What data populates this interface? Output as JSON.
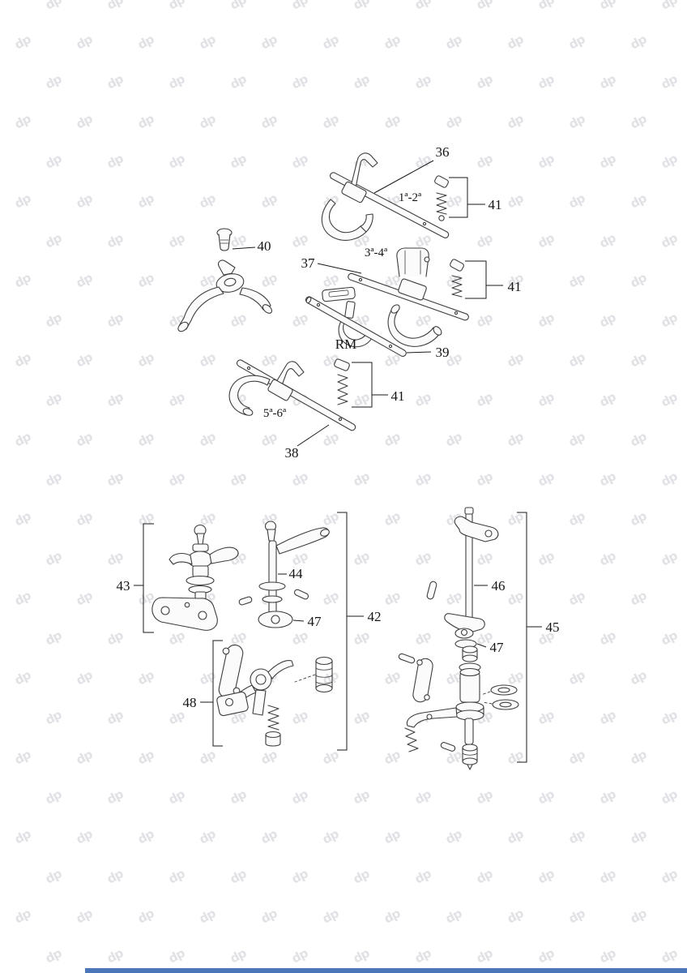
{
  "page": {
    "watermark_glyph": "dp",
    "watermark_color": "#e1e1e6",
    "line_color": "#3d3d3d",
    "footer_bar_color": "#4b76ba"
  },
  "callouts": {
    "c36": "36",
    "c37": "37",
    "c38": "38",
    "c39": "39",
    "c40": "40",
    "c41a": "41",
    "c41b": "41",
    "c41c": "41",
    "c42": "42",
    "c43": "43",
    "c44": "44",
    "c45": "45",
    "c46": "46",
    "c47a": "47",
    "c47b": "47",
    "c48": "48",
    "gear_1_2": "1ª-2ª",
    "gear_3_4": "3ª-4ª",
    "gear_5_6": "5ª-6ª",
    "reverse": "RM"
  }
}
